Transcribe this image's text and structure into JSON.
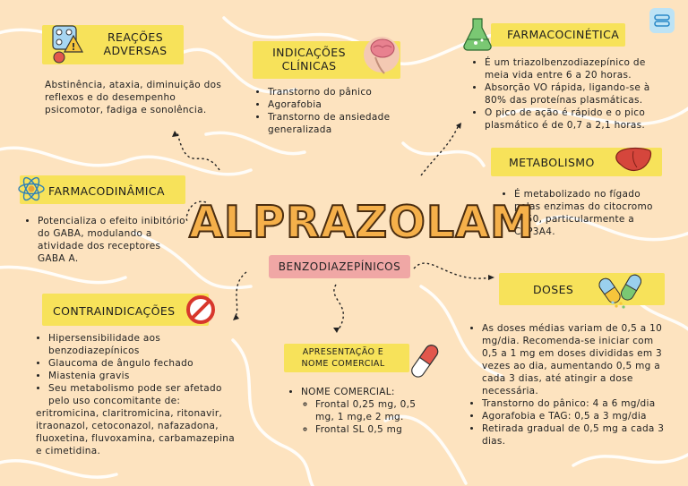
{
  "title": "ALPRAZOLAM",
  "subtitle": "BENZODIAZEPÍNICOS",
  "reacoes": {
    "header_line1": "REAÇÕES",
    "header_line2": "ADVERSAS",
    "text": "Abstinência, ataxia, diminuição dos reflexos e do desempenho psicomotor, fadiga e sonolência."
  },
  "indicacoes": {
    "header_line1": "INDICAÇÕES",
    "header_line2": "CLÍNICAS",
    "items": [
      "Transtorno do pânico",
      "Agorafobia",
      "Transtorno de ansiedade generalizada"
    ]
  },
  "farmacocinetica": {
    "header": "FARMACOCINÉTICA",
    "items": [
      "É um triazolbenzodiazepínico de meia vida entre 6 a 20 horas.",
      "Absorção VO rápida, ligando-se à 80% das proteínas plasmáticas.",
      "O pico de ação é rápido e o pico plasmático é de 0,7 a 2,1 horas."
    ]
  },
  "metabolismo": {
    "header": "METABOLISMO",
    "items": [
      "É metabolizado no fígado pelas enzimas do citocromo P450, particularmente a CYP3A4."
    ]
  },
  "farmacodinamica": {
    "header": "FARMACODINÂMICA",
    "items": [
      "Potencializa o efeito inibitório do GABA, modulando a atividade dos receptores GABA A."
    ]
  },
  "contraindicacoes": {
    "header": "CONTRAINDICAÇÕES",
    "items": [
      "Hipersensibilidade aos benzodiazepínicos",
      "Glaucoma de ângulo fechado",
      "Miastenia gravis",
      "Seu metabolismo pode ser afetado pelo uso concomitante de:"
    ],
    "extra": "eritromicina, claritromicina, ritonavir, itraonazol, cetoconazol, nafazadona, fluoxetina, fluvoxamina, carbamazepina e cimetidina."
  },
  "apresentacao": {
    "header_line1": "APRESENTAÇÃO E",
    "header_line2": "NOME COMERCIAL",
    "item": "NOME COMERCIAL:",
    "subitems": [
      "Frontal 0,25 mg, 0,5 mg, 1 mg,e 2 mg.",
      "Frontal SL 0,5 mg"
    ]
  },
  "doses": {
    "header": "DOSES",
    "items": [
      "As doses médias variam de 0,5 a 10 mg/dia. Recomenda-se iniciar com 0,5 a 1 mg em doses divididas em 3 vezes ao dia, aumentando 0,5 mg a cada 3 dias, até atingir a dose necessária.",
      "Transtorno do pânico: 4 a 6 mg/dia",
      "Agorafobia e TAG: 0,5 a 3 mg/dia",
      "Retirada gradual de 0,5 mg a cada 3 dias."
    ]
  },
  "colors": {
    "background": "#fde3bf",
    "highlight": "#f7e25a",
    "title_fill": "#f5b04a",
    "pill": "#f0a7a5"
  }
}
